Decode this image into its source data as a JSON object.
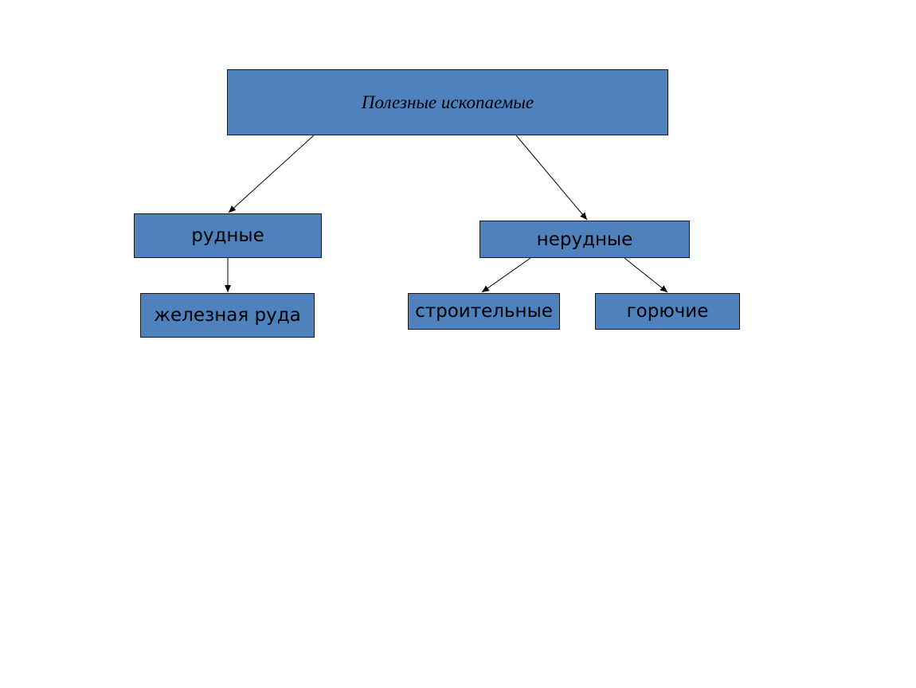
{
  "diagram": {
    "root": {
      "label": "Полезные ископаемые"
    },
    "nodes": {
      "ore": {
        "label": "рудные"
      },
      "iron_ore": {
        "label": "железная руда"
      },
      "nonore": {
        "label": "нерудные"
      },
      "construction": {
        "label": "строительные"
      },
      "fuel": {
        "label": "горючие"
      }
    },
    "edges": [
      {
        "from": "root",
        "to": "ore"
      },
      {
        "from": "root",
        "to": "nonore"
      },
      {
        "from": "ore",
        "to": "iron_ore"
      },
      {
        "from": "nonore",
        "to": "construction"
      },
      {
        "from": "nonore",
        "to": "fuel"
      }
    ],
    "colors": {
      "box_fill": "#4f81bd",
      "box_border": "#1a1a1a",
      "arrow": "#000000"
    }
  }
}
